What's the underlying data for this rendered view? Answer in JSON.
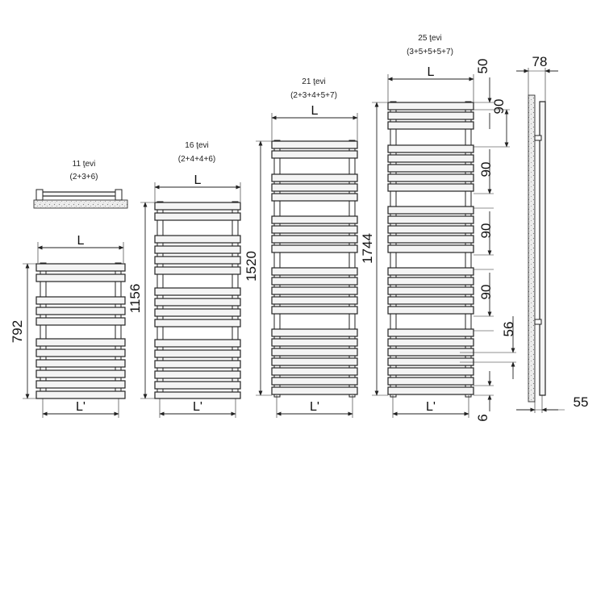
{
  "radiators": [
    {
      "tubes_label": "11 ţevi",
      "grouping": "(2+3+6)",
      "height": "792",
      "width_label": "L",
      "axis_label": "L'"
    },
    {
      "tubes_label": "16 ţevi",
      "grouping": "(2+4+4+6)",
      "height": "1156",
      "width_label": "L",
      "axis_label": "L'"
    },
    {
      "tubes_label": "21 ţevi",
      "grouping": "(2+3+4+5+7)",
      "height": "1520",
      "width_label": "L",
      "axis_label": "L'"
    },
    {
      "tubes_label": "25 ţevi",
      "grouping": "(3+5+5+5+7)",
      "height": "1744",
      "width_label": "L",
      "axis_label": "L'"
    }
  ],
  "dimensions": {
    "top_offset": "50",
    "first_gap": "90",
    "gap_1": "90",
    "gap_2": "90",
    "gap_3": "90",
    "bottom_connection": "56",
    "bottom_offset": "6",
    "depth": "78",
    "wall_distance": "55"
  },
  "colors": {
    "line": "#222222",
    "tube_fill": "#f4f4f4",
    "wall_fill": "#e6e6e6"
  }
}
